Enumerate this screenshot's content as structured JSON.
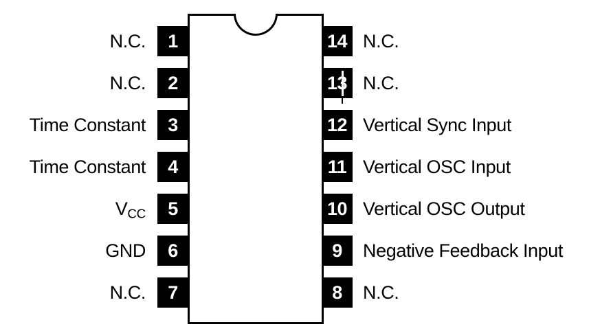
{
  "diagram": {
    "kind": "ic-pinout",
    "pin_count": 14
  },
  "pins": {
    "left": [
      {
        "number": "1",
        "label": "N.C."
      },
      {
        "number": "2",
        "label": "N.C."
      },
      {
        "number": "3",
        "label": "Time Constant"
      },
      {
        "number": "4",
        "label": "Time Constant"
      },
      {
        "number": "5",
        "label": "V",
        "label_sub": "CC"
      },
      {
        "number": "6",
        "label": "GND"
      },
      {
        "number": "7",
        "label": "N.C."
      }
    ],
    "right": [
      {
        "number": "14",
        "label": "N.C."
      },
      {
        "number": "13",
        "label": "N.C."
      },
      {
        "number": "12",
        "label": "Vertical Sync Input"
      },
      {
        "number": "11",
        "label": "Vertical OSC Input"
      },
      {
        "number": "10",
        "label": "Vertical OSC Output"
      },
      {
        "number": "9",
        "label": "Negative Feedback Input"
      },
      {
        "number": "8",
        "label": "N.C."
      }
    ]
  },
  "colors": {
    "background": "#ffffff",
    "body_outline": "#000000",
    "pin_box_fill": "#000000",
    "pin_number_text": "#ffffff",
    "label_text": "#000000"
  }
}
